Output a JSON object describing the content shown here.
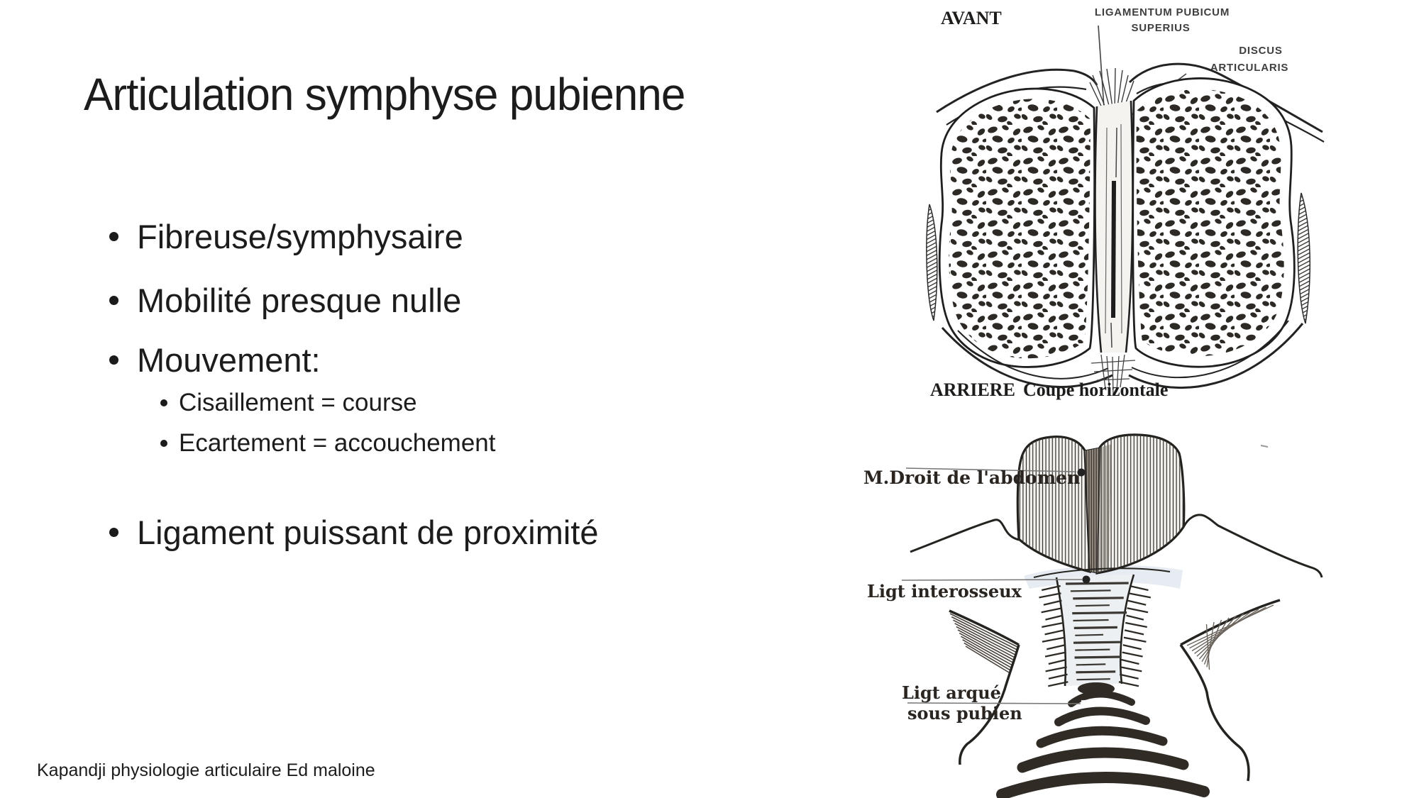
{
  "slide": {
    "title": "Articulation symphyse pubienne",
    "bullets": [
      "Fibreuse/symphysaire",
      "Mobilité presque nulle",
      "Mouvement:"
    ],
    "sub_bullets": [
      "Cisaillement = course",
      "Ecartement = accouchement"
    ],
    "bullet_last": "Ligament puissant de proximité",
    "footer": "Kapandji physiologie articulaire Ed maloine"
  },
  "figure_top": {
    "label_avant": "AVANT",
    "ligamentum_line1": "LIGAMENTUM PUBICUM",
    "ligamentum_line2": "SUPERIUS",
    "discus_line1": "DISCUS",
    "discus_line2": "ARTICULARIS",
    "caption_bold": "ARRIERE",
    "caption_rest": "Coupe horizontale"
  },
  "figure_bottom": {
    "label_rectus": "M.Droit de l'abdomen",
    "label_interosseux": "Ligt interosseux",
    "label_arque_line1": "Ligt arqué",
    "label_arque_line2": "sous pubien"
  },
  "colors": {
    "slide_ink": "#1c1c1c",
    "scan_ink": "#2b2824",
    "paper": "#ffffff"
  }
}
